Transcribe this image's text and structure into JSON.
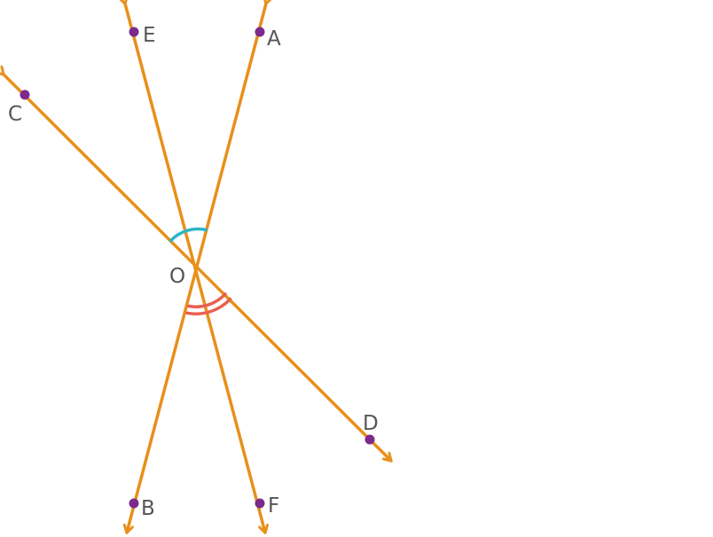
{
  "colors": {
    "line": "#E8901A",
    "point": "#7B2A8E",
    "label": "#555555",
    "arc_single": "#2BB5C6",
    "arc_double": "#E8604C"
  },
  "labels": {
    "E": "E",
    "A": "A",
    "C": "C",
    "O": "O",
    "D": "D",
    "B": "B",
    "F": "F"
  }
}
